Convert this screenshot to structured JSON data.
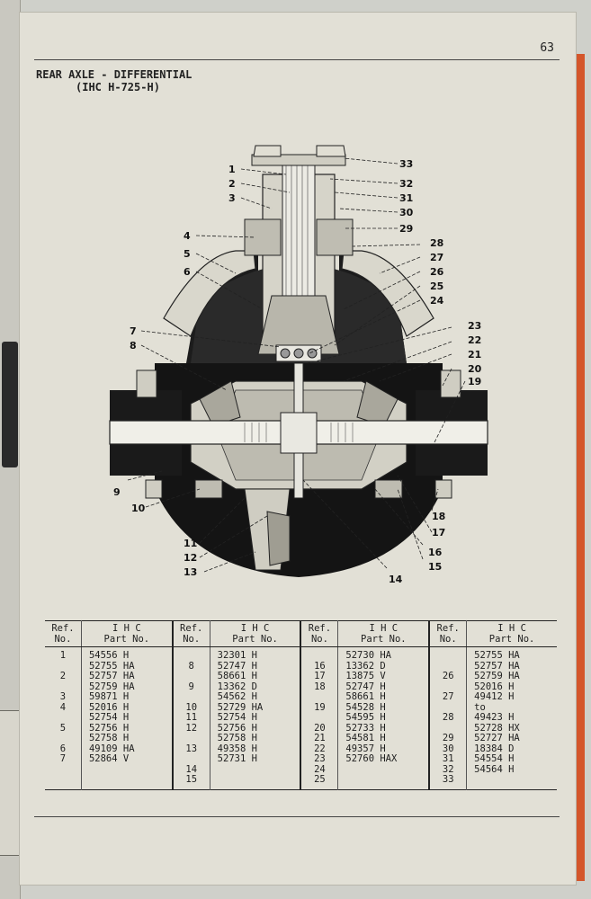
{
  "header": {
    "page_number": "63",
    "title": "REAR AXLE - DIFFERENTIAL",
    "subtitle": "(IHC H-725-H)"
  },
  "diagram": {
    "callouts": [
      "1",
      "2",
      "3",
      "4",
      "5",
      "6",
      "7",
      "8",
      "9",
      "10",
      "11",
      "12",
      "13",
      "14",
      "15",
      "16",
      "17",
      "18",
      "19",
      "20",
      "21",
      "22",
      "23",
      "24",
      "25",
      "26",
      "27",
      "28",
      "29",
      "30",
      "31",
      "32",
      "33"
    ]
  },
  "table": {
    "headers": {
      "ref": [
        "Ref.",
        "No."
      ],
      "part": [
        "I H C",
        "Part No."
      ]
    },
    "groups": [
      {
        "refs": [
          "1",
          "",
          "2",
          "",
          "3",
          "4",
          "",
          "5",
          "",
          "6",
          "7"
        ],
        "parts": [
          "54556 H",
          "52755 HA",
          "52757 HA",
          "52759 HA",
          "59871 H",
          "52016 H",
          "52754 H",
          "52756 H",
          "52758 H",
          "49109 HA",
          "52864 V"
        ]
      },
      {
        "refs": [
          "",
          "8",
          "",
          "9",
          "",
          "10",
          "11",
          "12",
          "",
          "13",
          "",
          "14",
          "15"
        ],
        "parts": [
          "32301 H",
          "52747 H",
          "58661 H",
          "13362 D",
          "54562 H",
          "52729 HA",
          "52754 H",
          "52756 H",
          "52758 H",
          "49358 H",
          "52731 H"
        ]
      },
      {
        "refs": [
          "",
          "16",
          "17",
          "18",
          "",
          "19",
          "",
          "20",
          "21",
          "22",
          "23",
          "24",
          "25"
        ],
        "parts": [
          "52730 HA",
          "13362 D",
          "13875 V",
          "52747 H",
          "58661 H",
          "54528 H",
          "54595 H",
          "52733 H",
          "54581 H",
          "49357 H",
          "52760 HAX"
        ]
      },
      {
        "refs": [
          "",
          "",
          "26",
          "",
          "27",
          "",
          "28",
          "",
          "29",
          "30",
          "31",
          "32",
          "33"
        ],
        "parts": [
          "52755 HA",
          "52757 HA",
          "52759 HA",
          "52016 H",
          "49412 H",
          "to",
          "49423 H",
          "52728 HX",
          "52727 HA",
          "18384 D",
          "54554 H",
          "54564 H"
        ]
      }
    ]
  }
}
